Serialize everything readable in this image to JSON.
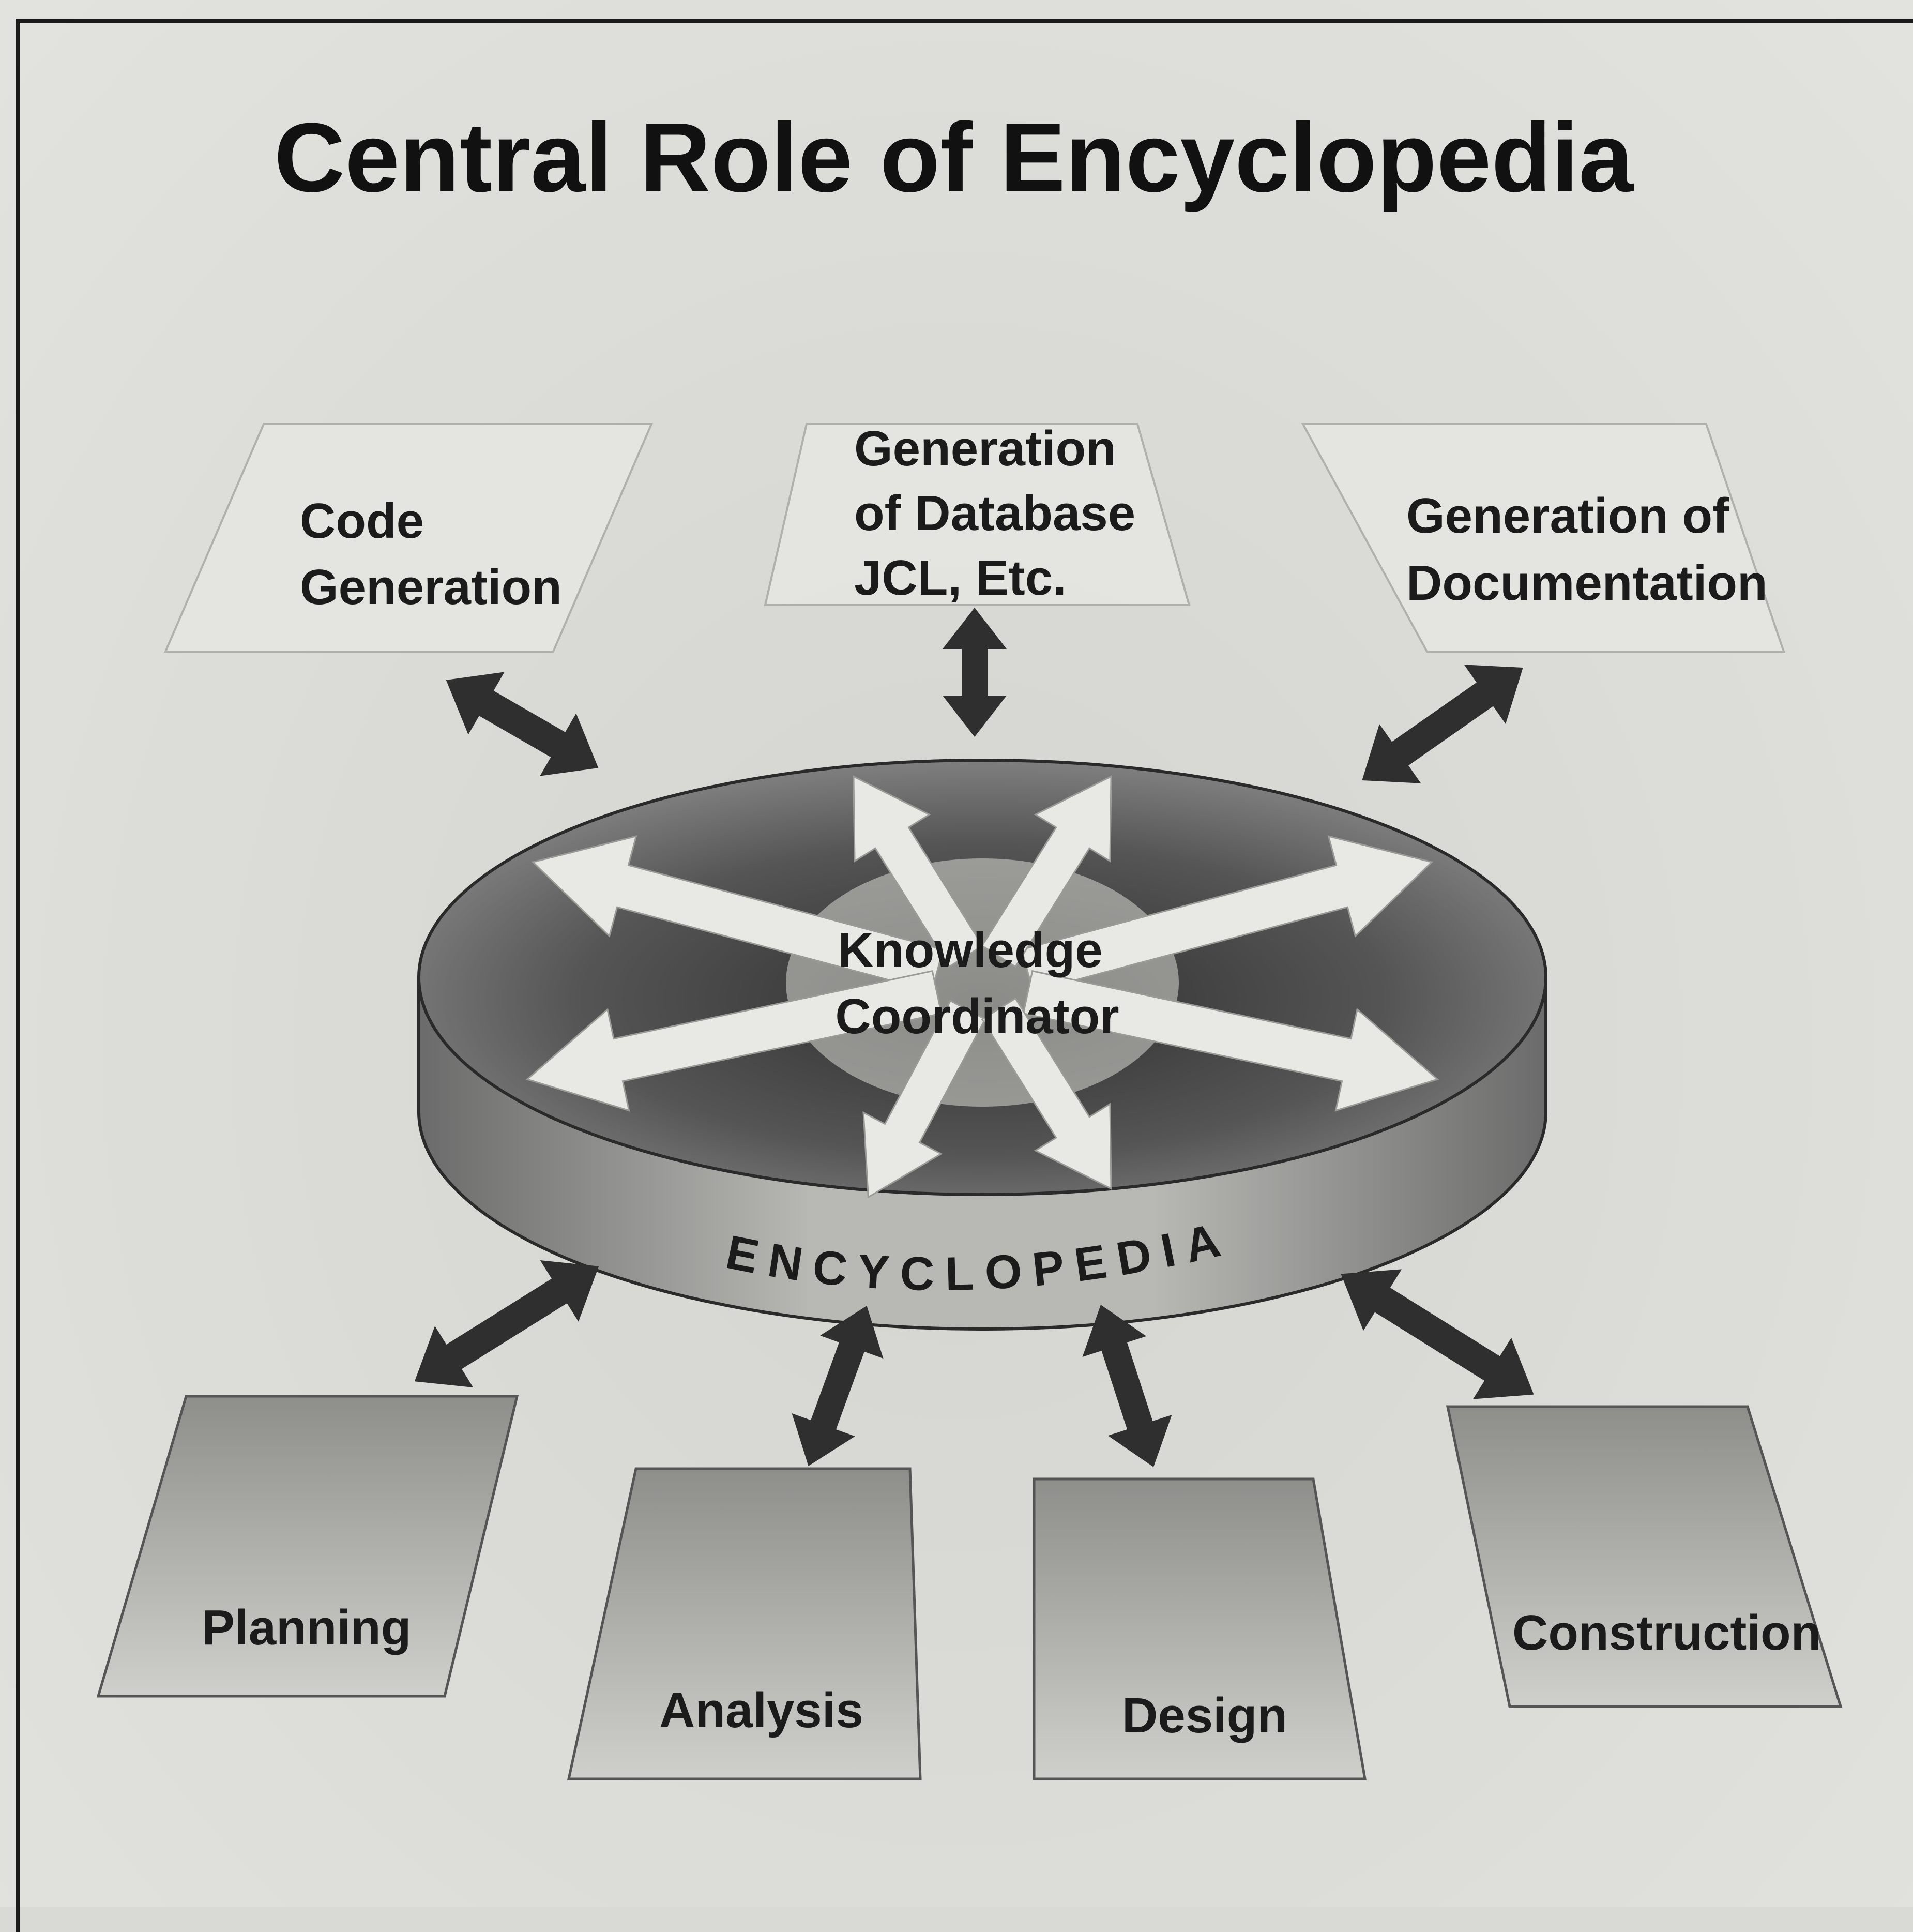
{
  "title": "Central Role of Encyclopedia",
  "top_nodes": {
    "code_generation": [
      "Code",
      "Generation"
    ],
    "database_generation": [
      "Generation",
      "of Database",
      "JCL, Etc."
    ],
    "documentation_generation": [
      "Generation of",
      "Documentation"
    ]
  },
  "center": {
    "coordinator": [
      "Knowledge",
      "Coordinator"
    ],
    "ring_label": "ENCYCLOPEDIA"
  },
  "bottom_nodes": {
    "planning": "Planning",
    "analysis": "Analysis",
    "design": "Design",
    "construction": "Construction"
  }
}
